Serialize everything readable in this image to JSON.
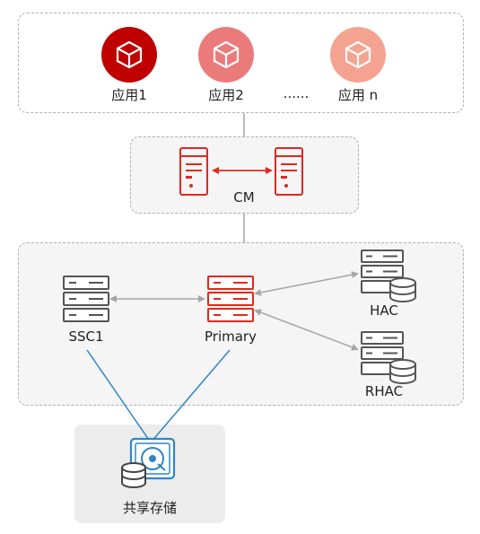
{
  "apps": [
    {
      "label": "应用1",
      "color": "#c00000"
    },
    {
      "label": "应用2",
      "color": "#eb7b7b"
    },
    {
      "label": "应用 n",
      "color": "#f5a391"
    }
  ],
  "ellipsis": "......",
  "cm": {
    "label": "CM"
  },
  "nodes": {
    "ssc1": "SSC1",
    "primary": "Primary",
    "hac": "HAC",
    "rhac": "RHAC"
  },
  "storage": {
    "label": "共享存储"
  },
  "colors": {
    "accent_red": "#e0281e",
    "server_gray": "#555555",
    "arrow_gray": "#a6a6a6",
    "link_blue": "#2e86c9",
    "storage_bg": "#ececec",
    "cluster_bg": "#f5f5f5"
  }
}
